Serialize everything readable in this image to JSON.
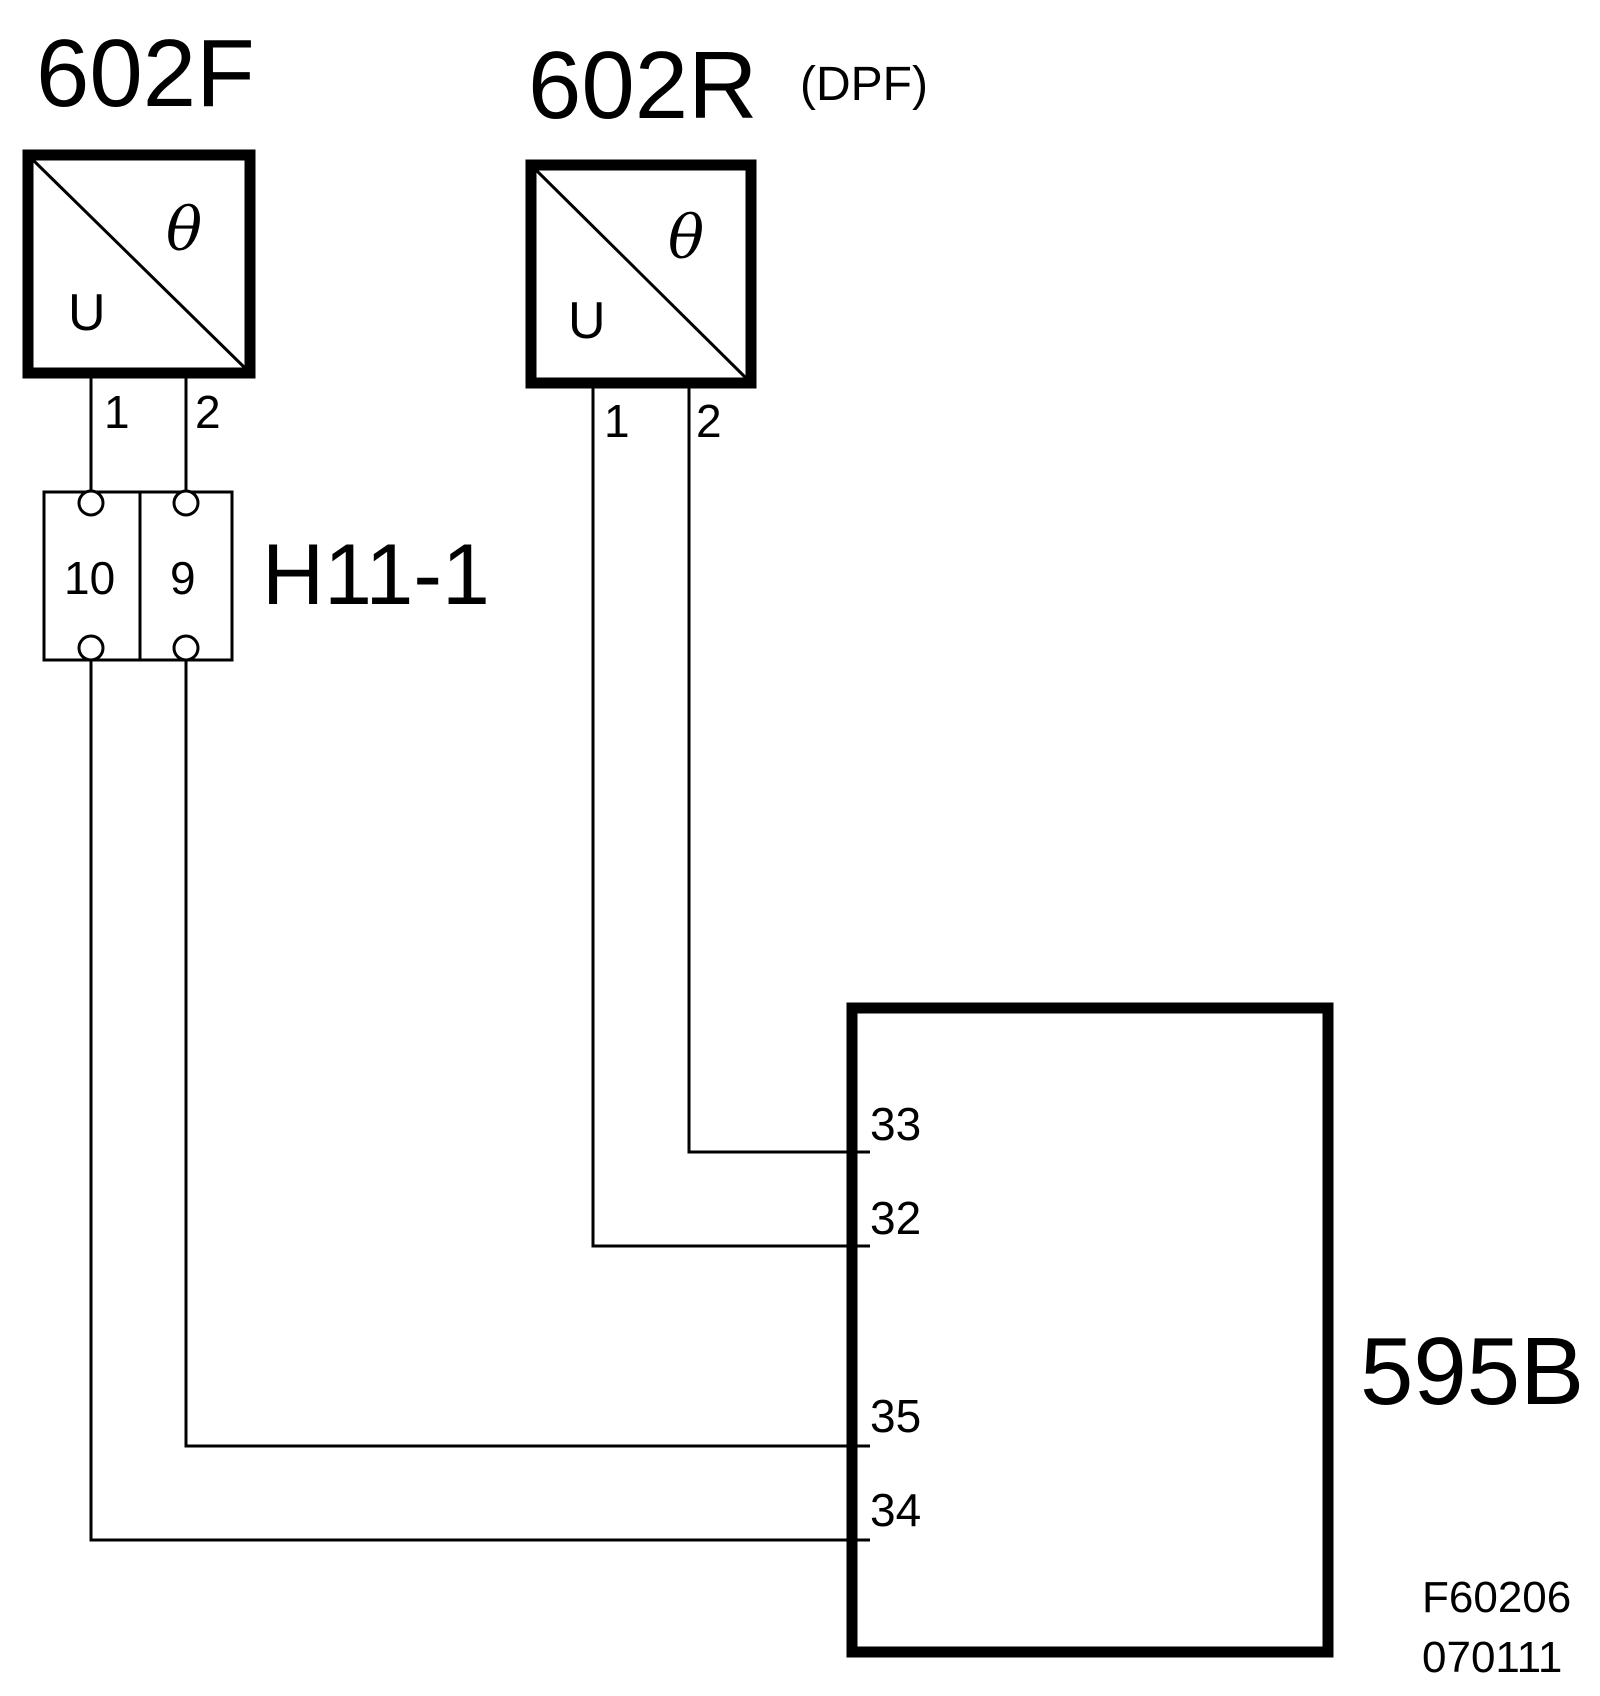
{
  "components": {
    "sensor_front": {
      "label": "602F",
      "input_symbol": "U",
      "output_symbol": "θ",
      "pins": [
        "1",
        "2"
      ]
    },
    "sensor_rear": {
      "label": "602R",
      "qualifier": "(DPF)",
      "input_symbol": "U",
      "output_symbol": "θ",
      "pins": [
        "1",
        "2"
      ]
    },
    "connector": {
      "label": "H11-1",
      "terminals": [
        "10",
        "9"
      ]
    },
    "control_unit": {
      "label": "595B",
      "pins": [
        "33",
        "32",
        "35",
        "34"
      ]
    }
  },
  "figure_code": {
    "line1": "F60206",
    "line2": "070111"
  }
}
